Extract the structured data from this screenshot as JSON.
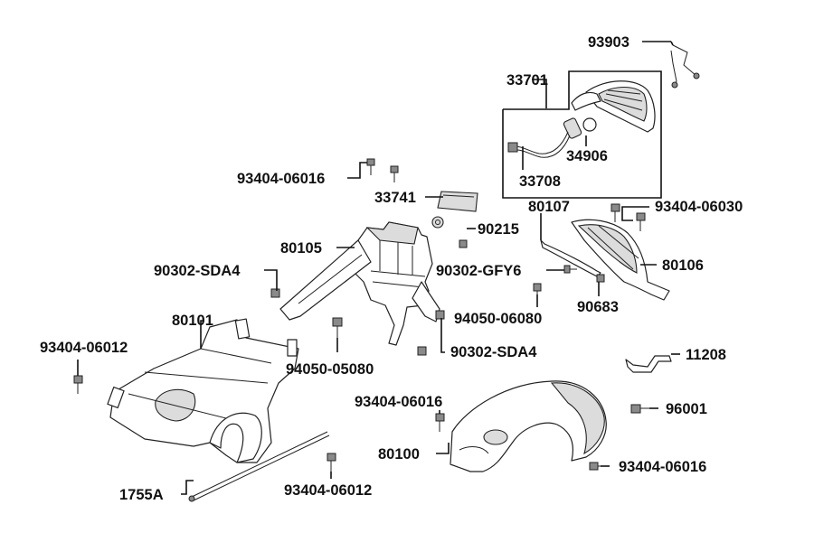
{
  "parts": {
    "p93903": "93903",
    "p33701": "33701",
    "p34906": "34906",
    "p33708": "33708",
    "p93404_06016_top": "93404-06016",
    "p33741": "33741",
    "p80107": "80107",
    "p93404_06030": "93404-06030",
    "p90215": "90215",
    "p80105": "80105",
    "p90302_sda4_left": "90302-SDA4",
    "p90302_gfy6": "90302-GFY6",
    "p80106": "80106",
    "p94050_06080": "94050-06080",
    "p90683": "90683",
    "p80101": "80101",
    "p93404_06012_left": "93404-06012",
    "p94050_05080": "94050-05080",
    "p90302_sda4_right": "90302-SDA4",
    "p11208": "11208",
    "p93404_06016_mid": "93404-06016",
    "p96001": "96001",
    "p80100": "80100",
    "p93404_06016_bottom": "93404-06016",
    "p1755a": "1755A",
    "p93404_06012_bottom": "93404-06012"
  }
}
